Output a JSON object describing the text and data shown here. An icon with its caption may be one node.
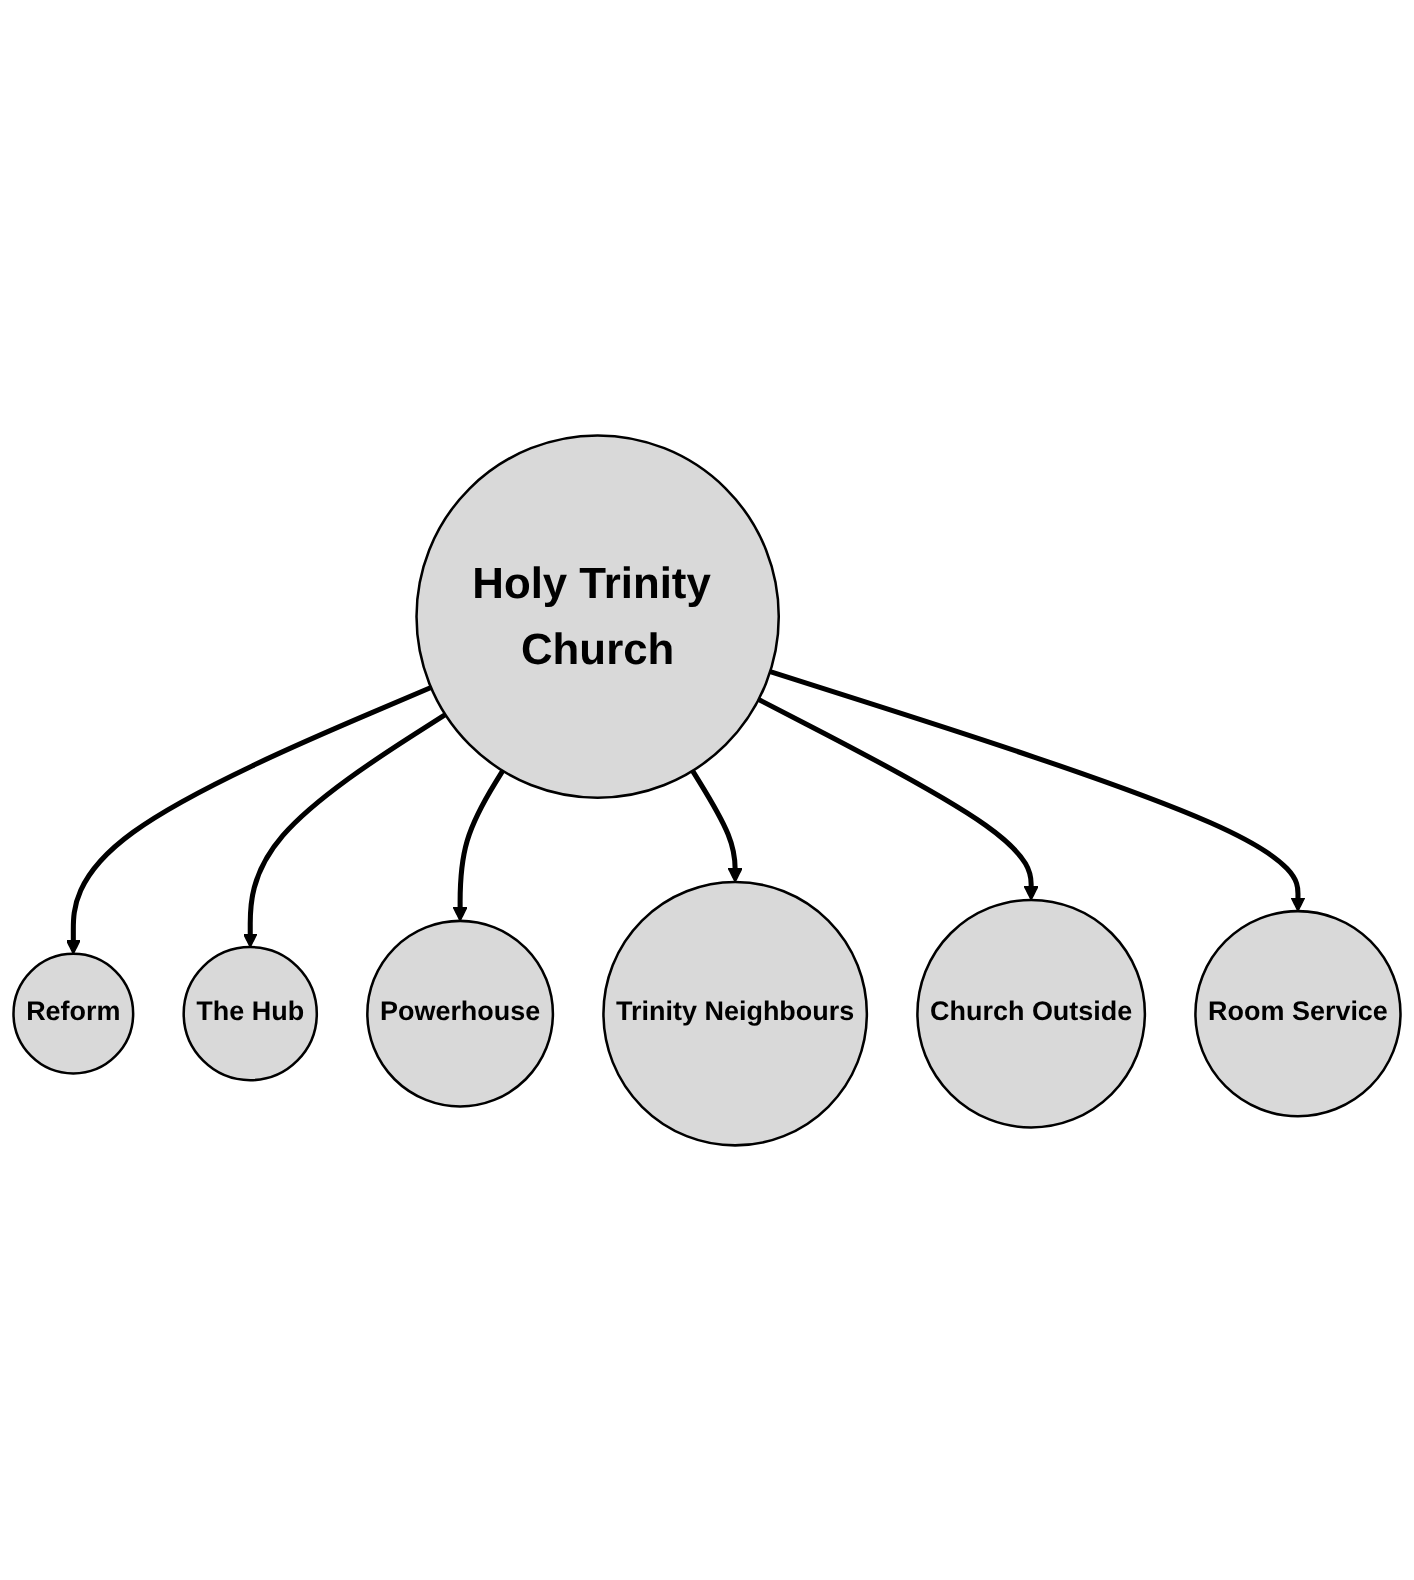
{
  "diagram": {
    "nodes": [
      {
        "text": [
          "Reform"
        ]
      },
      {
        "text": [
          "Room Service"
        ]
      },
      {
        "text": [
          "The Hub"
        ]
      },
      {
        "text": [
          "Holy Trinity Church"
        ]
      },
      {
        "text": [
          "Church Outside"
        ]
      },
      {
        "text": [
          "Powerhouse"
        ]
      },
      {
        "text": [
          "Trinity Neighbours"
        ]
      }
    ],
    "edges": [
      {
        "from": 3,
        "to": 0,
        "arrow": "to"
      },
      {
        "from": 3,
        "to": 2,
        "arrow": "to"
      },
      {
        "from": 3,
        "to": 5,
        "arrow": "to"
      },
      {
        "from": 3,
        "to": 6,
        "arrow": "to"
      },
      {
        "from": 3,
        "to": 4,
        "arrow": "to"
      },
      {
        "from": 3,
        "to": 1,
        "arrow": "to"
      }
    ]
  }
}
